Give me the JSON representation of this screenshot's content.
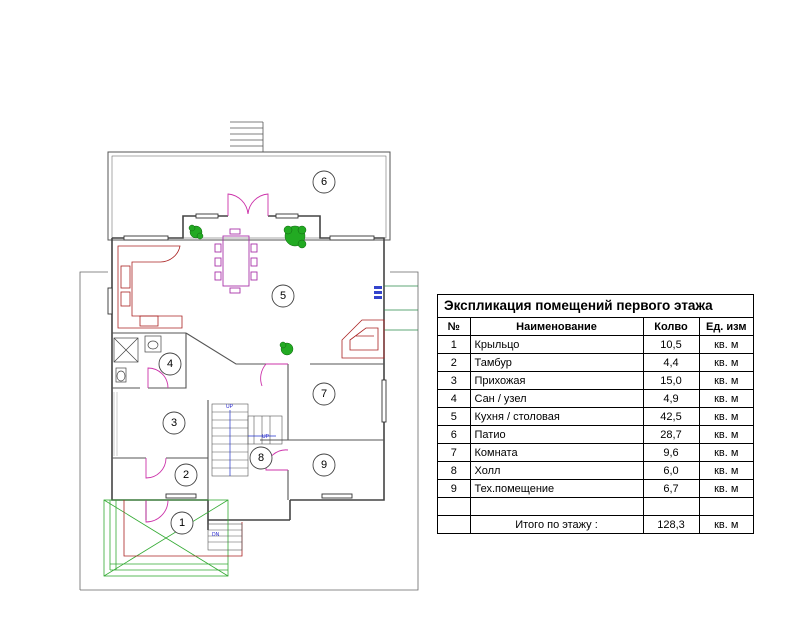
{
  "rooms": [
    {
      "id": "1"
    },
    {
      "id": "2"
    },
    {
      "id": "3"
    },
    {
      "id": "4"
    },
    {
      "id": "5"
    },
    {
      "id": "6"
    },
    {
      "id": "7"
    },
    {
      "id": "8"
    },
    {
      "id": "9"
    }
  ],
  "stair_labels": {
    "up1": "UP",
    "up2": "UP",
    "dn": "DN"
  },
  "legend": {
    "title": "Экспликация помещений первого этажа",
    "headers": {
      "num": "№",
      "name": "Наименование",
      "qty": "Колво",
      "unit": "Ед. изм"
    },
    "rows": [
      {
        "num": "1",
        "name": "Крыльцо",
        "qty": "10,5",
        "unit": "кв. м"
      },
      {
        "num": "2",
        "name": "Тамбур",
        "qty": "4,4",
        "unit": "кв. м"
      },
      {
        "num": "3",
        "name": "Прихожая",
        "qty": "15,0",
        "unit": "кв. м"
      },
      {
        "num": "4",
        "name": "Сан / узел",
        "qty": "4,9",
        "unit": "кв. м"
      },
      {
        "num": "5",
        "name": "Кухня / столовая",
        "qty": "42,5",
        "unit": "кв. м"
      },
      {
        "num": "6",
        "name": "Патио",
        "qty": "28,7",
        "unit": "кв. м"
      },
      {
        "num": "7",
        "name": "Комната",
        "qty": "9,6",
        "unit": "кв. м"
      },
      {
        "num": "8",
        "name": "Холл",
        "qty": "6,0",
        "unit": "кв. м"
      },
      {
        "num": "9",
        "name": "Тех.помещение",
        "qty": "6,7",
        "unit": "кв. м"
      }
    ],
    "total": {
      "label": "Итого по этажу :",
      "qty": "128,3",
      "unit": "кв. м"
    }
  },
  "colors": {
    "wall": "#555555",
    "door": "#cc33aa",
    "plant": "#22aa22",
    "porch": "#33aa33",
    "stair": "#2233cc"
  }
}
